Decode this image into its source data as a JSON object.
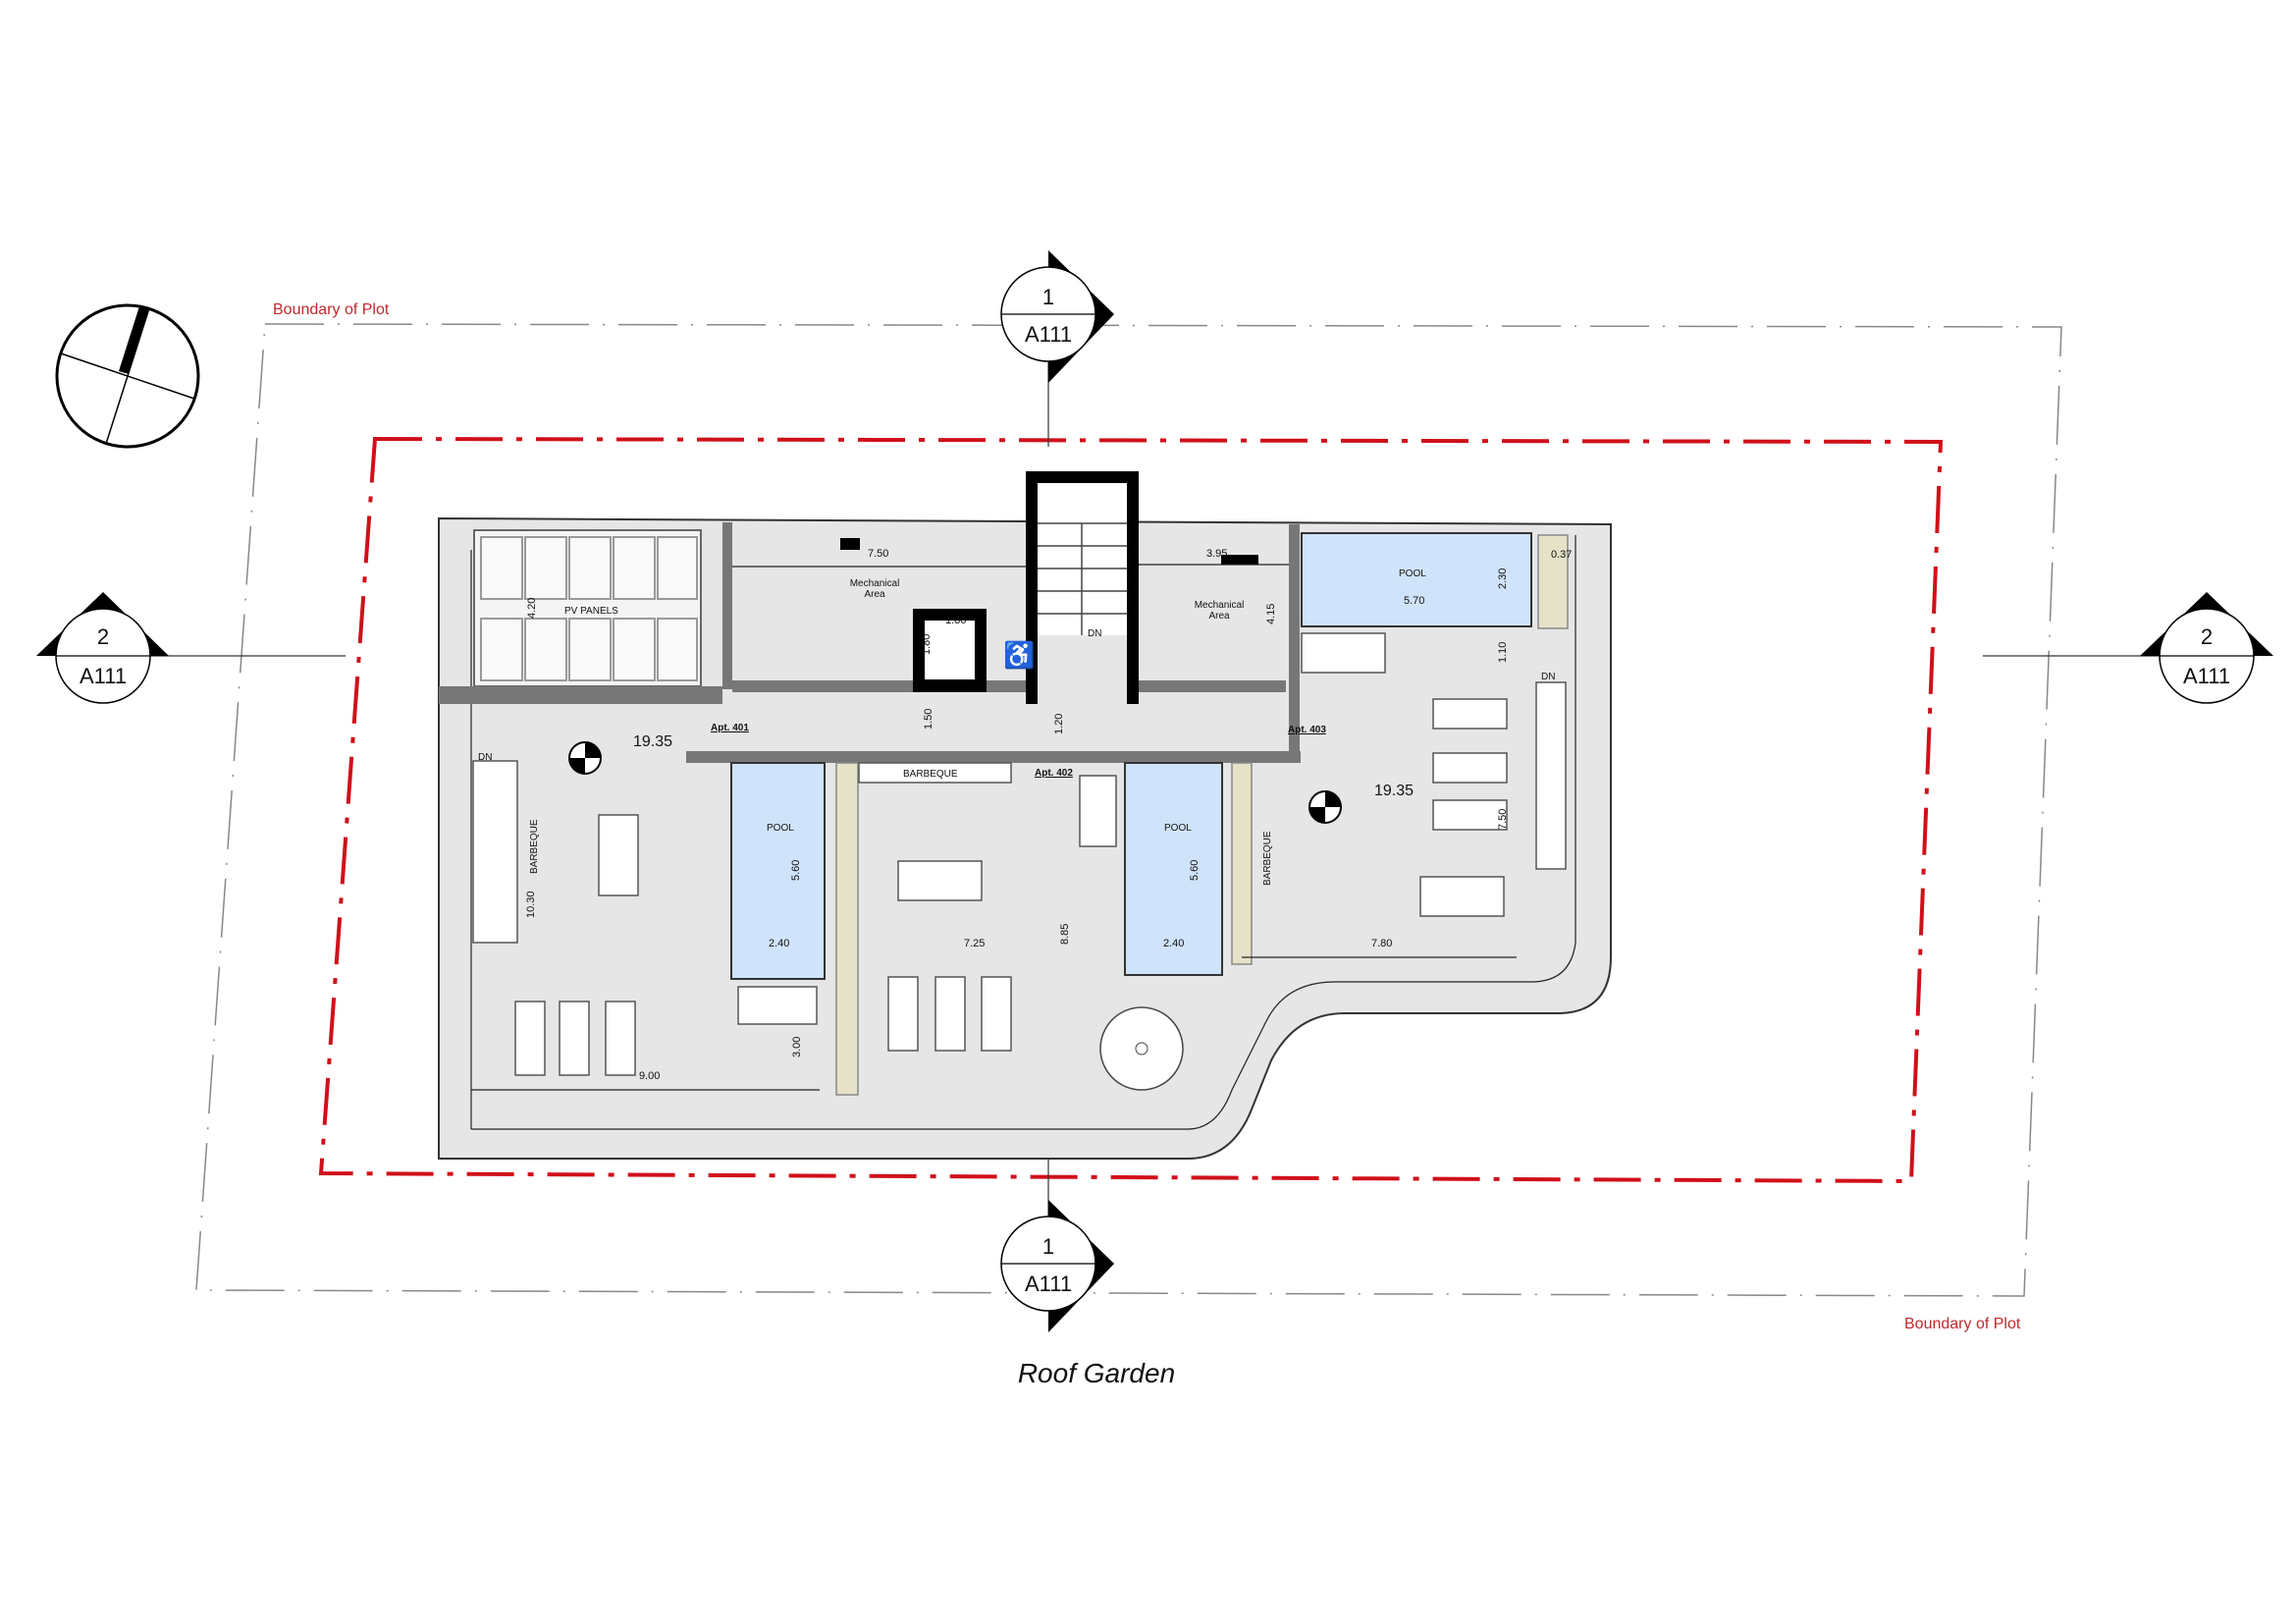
{
  "drawing_title": "Roof Garden",
  "boundary_labels": [
    "Boundary of Plot",
    "Boundary of Plot"
  ],
  "section_markers": {
    "top": {
      "number": "1",
      "sheet": "A111"
    },
    "bottom": {
      "number": "1",
      "sheet": "A111"
    },
    "left": {
      "number": "2",
      "sheet": "A111"
    },
    "right": {
      "number": "2",
      "sheet": "A111"
    }
  },
  "colors": {
    "boundary_red": "#d0101a",
    "pool_blue": "#cfe4fb",
    "floor_gray": "#e6e6e6",
    "planter": "#e6e2c8"
  },
  "labels": {
    "pv_panels": "PV PANELS",
    "mech_area_1": [
      "Mechanical",
      "Area"
    ],
    "mech_area_2": [
      "Mechanical",
      "Area"
    ],
    "pool_top": "POOL",
    "pool_left": "POOL",
    "pool_mid": "POOL",
    "barbeque_mid": "BARBEQUE",
    "barbeque_left": "BARBEQUE",
    "barbeque_right": "BARBEQUE",
    "apt_401": "Apt. 401",
    "apt_402": "Apt. 402",
    "apt_403": "Apt. 403",
    "dn_core": "DN",
    "dn_left": "DN",
    "dn_right": "DN",
    "level_left": "19.35",
    "level_right": "19.35"
  },
  "dimensions": {
    "d750_top": "7.50",
    "d395": "3.95",
    "d415": "4.15",
    "d570": "5.70",
    "d230": "2.30",
    "d037": "0.37",
    "d110": "1.10",
    "d420": "4.20",
    "d180_h": "1.80",
    "d180_v": "1.80",
    "d150": "1.50",
    "d120": "1.20",
    "d560_l": "5.60",
    "d240_l": "2.40",
    "d725": "7.25",
    "d885": "8.85",
    "d560_m": "5.60",
    "d240_m": "2.40",
    "d780": "7.80",
    "d750_r": "7.50",
    "d1030": "10.30",
    "d900": "9.00",
    "d300": "3.00"
  }
}
